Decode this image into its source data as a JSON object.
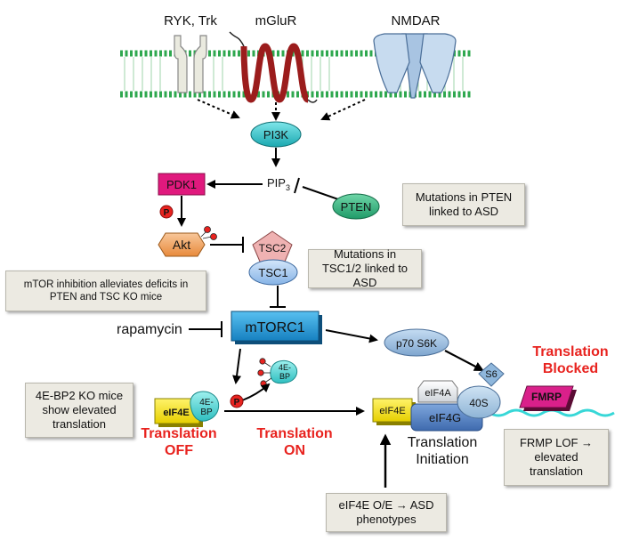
{
  "receptors": {
    "ryk_trk": "RYK, Trk",
    "mglur": "mGluR",
    "nmdar": "NMDAR"
  },
  "nodes": {
    "pi3k": "PI3K",
    "pip3": "PIP",
    "pip3_sub": "3",
    "pdk1": "PDK1",
    "pten": "PTEN",
    "akt": "Akt",
    "tsc2": "TSC2",
    "tsc1": "TSC1",
    "mtorc1": "mTORC1",
    "rapamycin": "rapamycin",
    "p70s6k": "p70 S6K",
    "s6": "S6",
    "ebp_top": "4E-",
    "ebp_bot": "BP",
    "eif4e": "eIF4E",
    "eif4a": "eIF4A",
    "eif4g": "eIF4G",
    "s40": "40S",
    "fmrp": "FMRP",
    "phospho": "P"
  },
  "labels": {
    "translation_off": "Translation OFF",
    "translation_on": "Translation ON",
    "translation_blocked": "Translation Blocked",
    "translation_initiation": "Translation Initiation"
  },
  "notes": {
    "pten_asd": "Mutations in PTEN linked to ASD",
    "tsc_asd": "Mutations in TSC1/2 linked to ASD",
    "mtor_inhibition": "mTOR inhibition alleviates deficits in PTEN and TSC KO mice",
    "ebp2_ko": "4E-BP2 KO mice show elevated translation",
    "fmrp_lof": "FRMP LOF → elevated translation",
    "eif4e_oe": "eIF4E O/E → ASD phenotypes"
  },
  "colors": {
    "membrane": "#2fa84f",
    "pi3k": "#2ec7cc",
    "pdk1": "#e0197d",
    "pten": "#2fae7a",
    "akt": "#f2a055",
    "tsc2": "#efb2b2",
    "tsc1": "#9ec6ef",
    "mtorc1": "#1e9fdb",
    "eif4e": "#f3e600",
    "eif4g": "#4f7fc4",
    "s6": "#8fb7dc",
    "fmrp": "#d9208a",
    "mrna": "#37d7d7",
    "phospho": "#e8231f",
    "highlight_text": "#e8231f"
  }
}
